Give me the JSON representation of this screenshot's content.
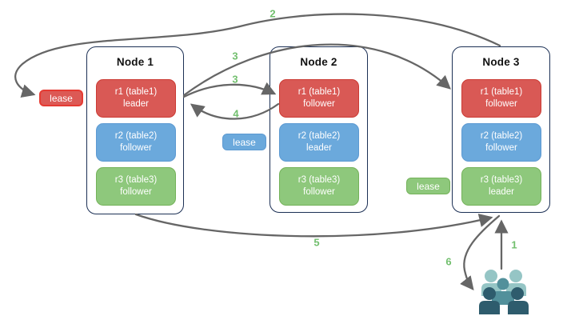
{
  "nodes": [
    {
      "title": "Node 1",
      "replicas": [
        {
          "name": "r1 (table1)",
          "role": "leader",
          "color": "red"
        },
        {
          "name": "r2 (table2)",
          "role": "follower",
          "color": "blue"
        },
        {
          "name": "r3 (table3)",
          "role": "follower",
          "color": "green"
        }
      ]
    },
    {
      "title": "Node 2",
      "replicas": [
        {
          "name": "r1 (table1)",
          "role": "follower",
          "color": "red"
        },
        {
          "name": "r2 (table2)",
          "role": "leader",
          "color": "blue"
        },
        {
          "name": "r3 (table3)",
          "role": "follower",
          "color": "green"
        }
      ]
    },
    {
      "title": "Node 3",
      "replicas": [
        {
          "name": "r1 (table1)",
          "role": "follower",
          "color": "red"
        },
        {
          "name": "r2 (table2)",
          "role": "follower",
          "color": "blue"
        },
        {
          "name": "r3 (table3)",
          "role": "leader",
          "color": "green"
        }
      ]
    }
  ],
  "leases": [
    {
      "label": "lease",
      "color": "red"
    },
    {
      "label": "lease",
      "color": "blue"
    },
    {
      "label": "lease",
      "color": "green"
    }
  ],
  "steps": {
    "s1": "1",
    "s2": "2",
    "s3a": "3",
    "s3b": "3",
    "s4": "4",
    "s5": "5",
    "s6": "6"
  },
  "icons": {
    "users_icon": "users-group"
  },
  "colors": {
    "red_fill": "#d95955",
    "red_stroke": "#cb3b34",
    "red_lease_stroke": "#e53b33",
    "blue_fill": "#6ba9dc",
    "blue_stroke": "#5d9ad2",
    "green_fill": "#8ec87c",
    "green_stroke": "#74b25a",
    "node_stroke": "#1c3055",
    "arrow": "#666666",
    "step_label": "#72bf6e",
    "users_light": "#95c5c5",
    "users_mid": "#52909b",
    "users_dark": "#2e5c6d"
  }
}
